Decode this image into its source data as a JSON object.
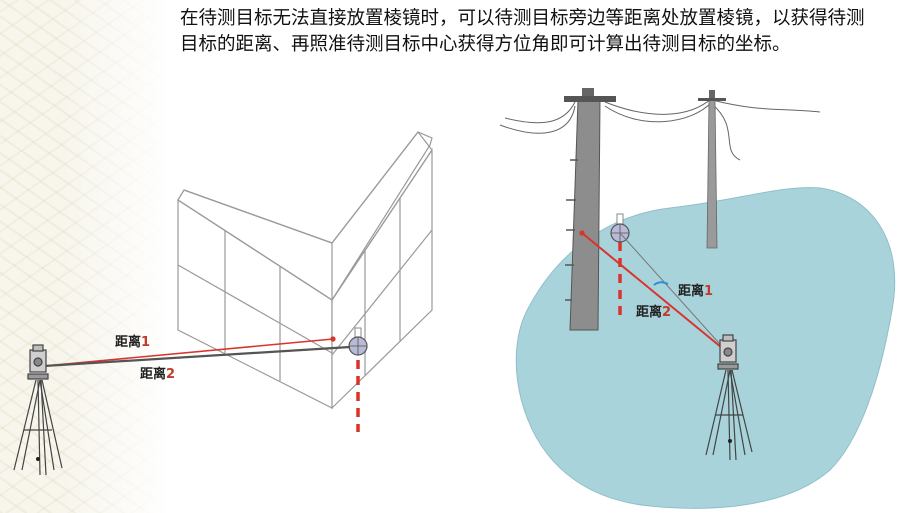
{
  "description": "在待测目标无法直接放置棱镜时，可以待测目标旁边等距离处放置棱镜，以获得待测目标的距离、再照准待测目标中心获得方位角即可计算出待测目标的坐标。",
  "left_diagram": {
    "distance1_label": {
      "text": "距离",
      "num": "1"
    },
    "distance2_label": {
      "text": "距离",
      "num": "2"
    }
  },
  "right_diagram": {
    "distance1_label": {
      "text": "距离",
      "num": "1"
    },
    "distance2_label": {
      "text": "距离",
      "num": "2"
    }
  },
  "colors": {
    "distance1_line": "#d9342b",
    "distance2_line": "#555555",
    "ground": "#a9d3db",
    "pole": "#8a8a8a"
  }
}
